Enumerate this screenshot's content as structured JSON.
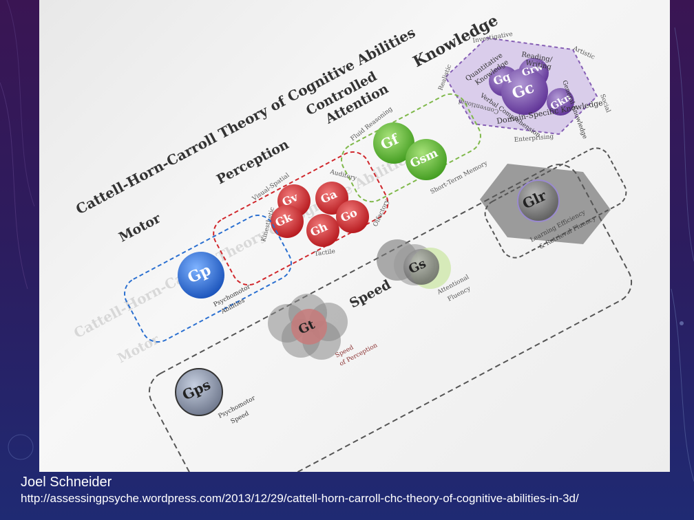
{
  "diagram": {
    "title": "Cattell-Horn-Carroll Theory of Cognitive Abilities",
    "sections": {
      "knowledge": "Knowledge",
      "controlled_attention": [
        "Controlled",
        "Attention"
      ],
      "perception": "Perception",
      "motor": "Motor",
      "speed": "Speed"
    },
    "interests": {
      "investigative": "Investigative",
      "artistic": "Artistic",
      "realistic": "Realistic",
      "social": "Social",
      "conventional": "Conventional",
      "enterprising": "Enterprising"
    },
    "abilities": {
      "gq": "Gq",
      "grw": "Grw",
      "gc": "Gc",
      "gkn": "Gkn",
      "gf": "Gf",
      "gsm": "Gsm",
      "gv": "Gv",
      "ga": "Ga",
      "gk": "Gk",
      "gh": "Gh",
      "go": "Go",
      "glr": "Glr",
      "gp": "Gp",
      "gs": "Gs",
      "gt": "Gt",
      "gps": "Gps"
    },
    "labels": {
      "quantitative_knowledge": [
        "Quantitative",
        "Knowledge"
      ],
      "reading_writing": [
        "Reading/",
        "Writing"
      ],
      "verbal_comprehension": "Verbal Comprehension",
      "general_knowledge": "General Knowledge",
      "domain_specific_knowledge": "Domain-Specific Knowledge",
      "fluid_reasoning": "Fluid Reasoning",
      "short_term_memory": "Short-Term Memory",
      "visual_spatial": "Visual-Spatial",
      "auditory": "Auditory",
      "kinesthetic": "Kinesthetic",
      "olfactory": "Olfactory",
      "tactile": "Tactile",
      "learning_efficiency": [
        "Learning Efficiency",
        "& Retrieval Fluency"
      ],
      "psychomotor_abilities": [
        "Psychomotor",
        "Abilities"
      ],
      "attentional_fluency": [
        "Attentional",
        "Fluency"
      ],
      "speed_of_perception": [
        "Speed",
        "of Perception"
      ],
      "psychomotor_speed": [
        "Psychomotor",
        "Speed"
      ]
    },
    "colors": {
      "knowledge": "#7a4fae",
      "fluid": "#6abf3b",
      "perception": "#d0272c",
      "motor": "#2a6fd0",
      "retrieval": "#8a8a8a"
    }
  },
  "credits": {
    "author": "Joel Schneider",
    "url": "http://assessingpsyche.wordpress.com/2013/12/29/cattell-horn-carroll-chc-theory-of-cognitive-abilities-in-3d/"
  }
}
